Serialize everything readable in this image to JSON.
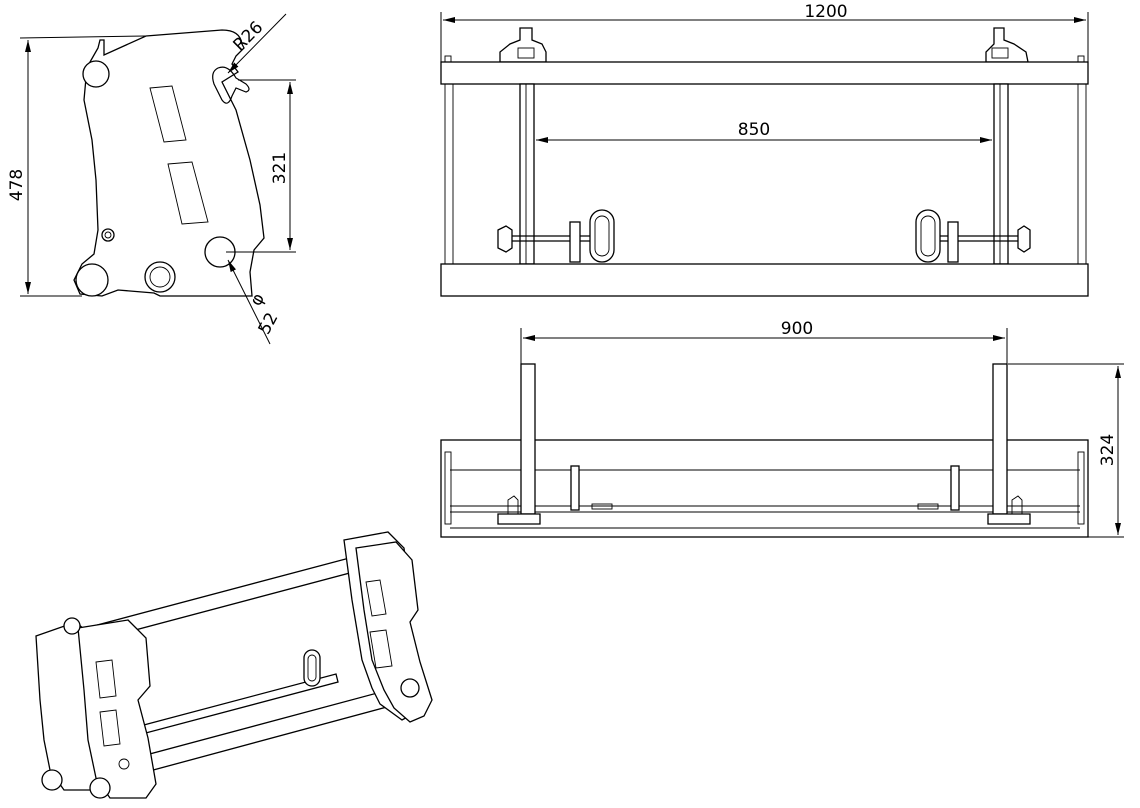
{
  "dimensions": {
    "side_height": "478",
    "side_radius": "R26",
    "side_pin_spacing": "321",
    "side_diameter": "52",
    "diameter_symbol": "φ",
    "front_width": "1200",
    "front_inner": "850",
    "top_spacing": "900",
    "top_height": "324"
  }
}
